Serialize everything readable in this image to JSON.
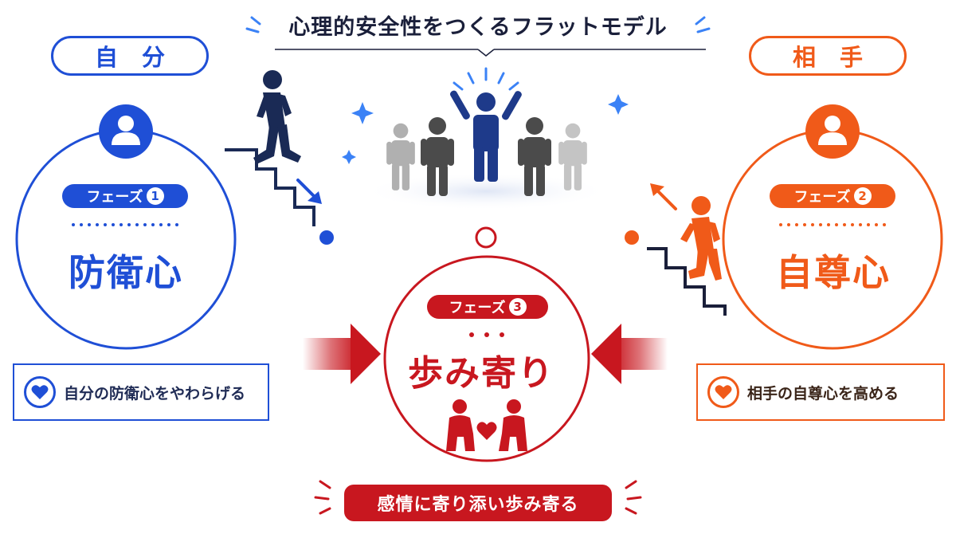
{
  "title": "心理的安全性をつくるフラットモデル",
  "self": {
    "label": "自 分",
    "phase_text": "フェーズ",
    "phase_num": "1",
    "name": "防衛心",
    "action": "自分の防衛心をやわらげる"
  },
  "other": {
    "label": "相 手",
    "phase_text": "フェーズ",
    "phase_num": "2",
    "name": "自尊心",
    "action": "相手の自尊心を高める"
  },
  "middle": {
    "phase_text": "フェーズ",
    "phase_num": "3",
    "name": "歩み寄り",
    "action": "感情に寄り添い歩み寄る"
  },
  "colors": {
    "self": "#1f4fd6",
    "other": "#f05a19",
    "middle": "#c8171f",
    "crowd_center": "#1e3a8a",
    "crowd_dark": "#4b4b4b",
    "crowd_light": "#b0b0b0"
  },
  "icons": [
    "user-icon",
    "walking-down-stairs-icon",
    "climbing-stairs-icon",
    "crowd-icon",
    "heart-icon",
    "couple-heart-icon",
    "sparkle-icon",
    "arrow-right-icon",
    "arrow-left-icon"
  ]
}
